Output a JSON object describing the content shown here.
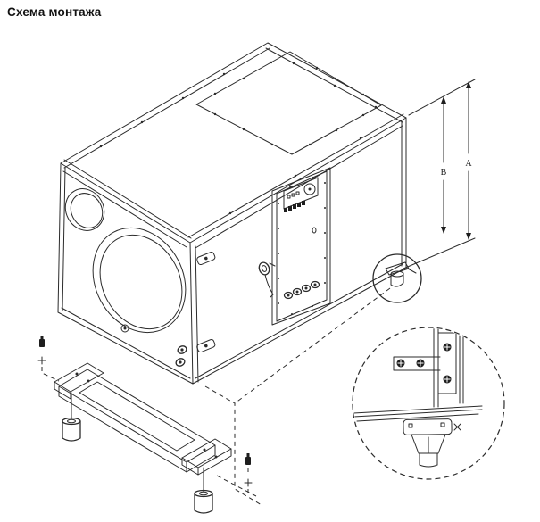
{
  "page": {
    "title": "Схема монтажа"
  },
  "diagram": {
    "type": "isometric-installation-drawing",
    "dim_labels": {
      "a": "A",
      "b": "B"
    },
    "colors": {
      "line": "#2b2b2b",
      "background": "#ffffff",
      "title_text": "#121212"
    }
  }
}
